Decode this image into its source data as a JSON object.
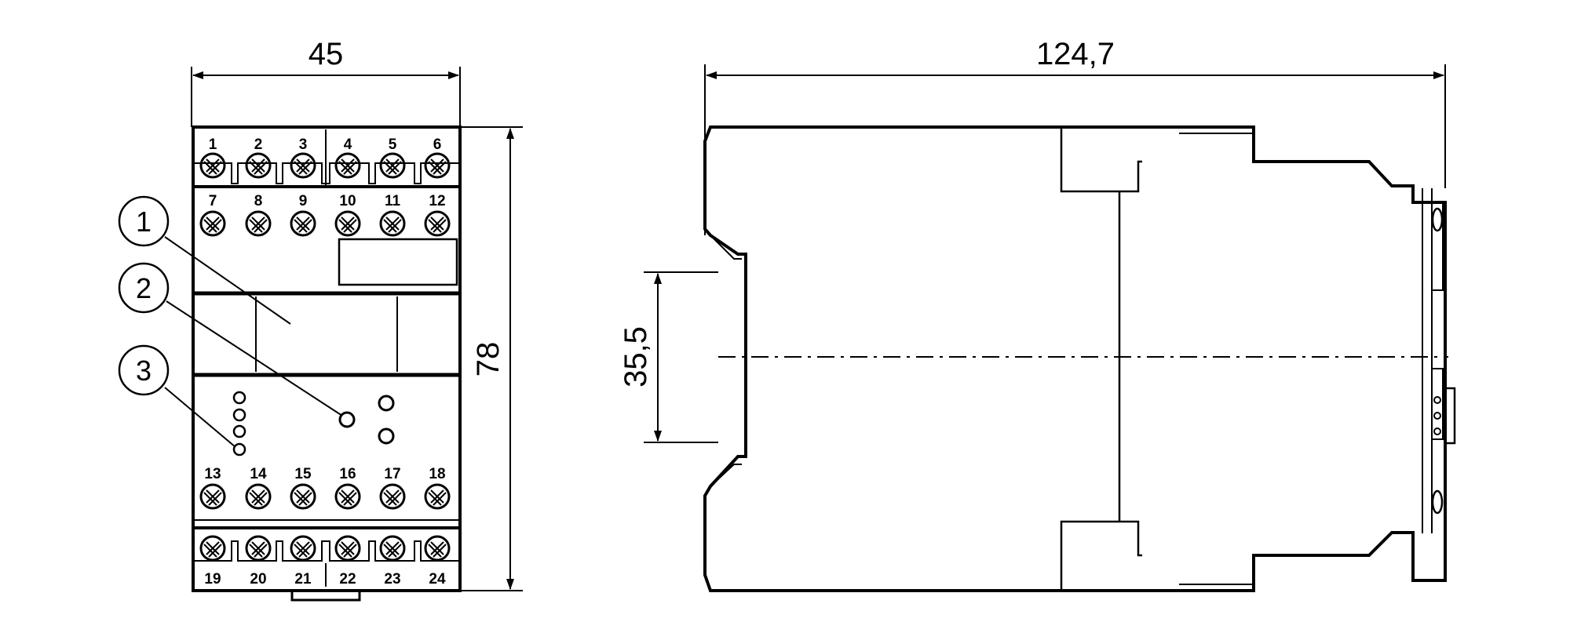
{
  "dimensions": {
    "width_front": "45",
    "height": "78",
    "depth": "124,7",
    "rail_height": "35,5"
  },
  "terminals": {
    "top_row": [
      "1",
      "2",
      "3",
      "4",
      "5",
      "6"
    ],
    "second_row": [
      "7",
      "8",
      "9",
      "10",
      "11",
      "12"
    ],
    "third_row": [
      "13",
      "14",
      "15",
      "16",
      "17",
      "18"
    ],
    "bottom_row": [
      "19",
      "20",
      "21",
      "22",
      "23",
      "24"
    ]
  },
  "callouts": [
    "1",
    "2",
    "3"
  ],
  "colors": {
    "line": "#000000",
    "background": "#ffffff"
  }
}
